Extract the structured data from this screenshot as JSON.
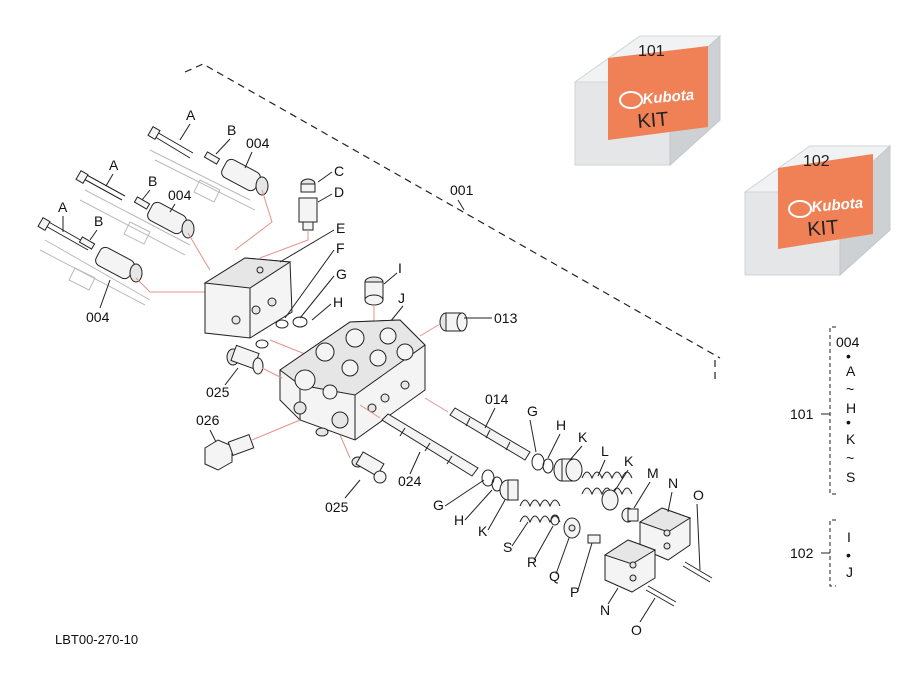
{
  "drawing_code": "LBT00-270-10",
  "assembly_ref": "001",
  "kits": [
    {
      "number": "101",
      "brand": "Kubota",
      "label": "KIT"
    },
    {
      "number": "102",
      "brand": "Kubota",
      "label": "KIT"
    }
  ],
  "callouts": {
    "A": "A",
    "B": "B",
    "C": "C",
    "D": "D",
    "E": "E",
    "F": "F",
    "G": "G",
    "H": "H",
    "I": "I",
    "J": "J",
    "K": "K",
    "L": "L",
    "M": "M",
    "N": "N",
    "O": "O",
    "P": "P",
    "Q": "Q",
    "R": "R",
    "S": "S",
    "p004": "004",
    "p013": "013",
    "p014": "014",
    "p024": "024",
    "p025": "025",
    "p026": "026"
  },
  "legend": {
    "kit101": {
      "ref": "101",
      "lines": [
        "004",
        "•",
        "A",
        "~",
        "H",
        "•",
        "K",
        "~",
        "S"
      ]
    },
    "kit102": {
      "ref": "102",
      "lines": [
        "I",
        "•",
        "J"
      ]
    }
  },
  "colors": {
    "kit_orange": "#f08055",
    "leader_red": "#e8908a",
    "box_grey": "#e4e6e8"
  }
}
